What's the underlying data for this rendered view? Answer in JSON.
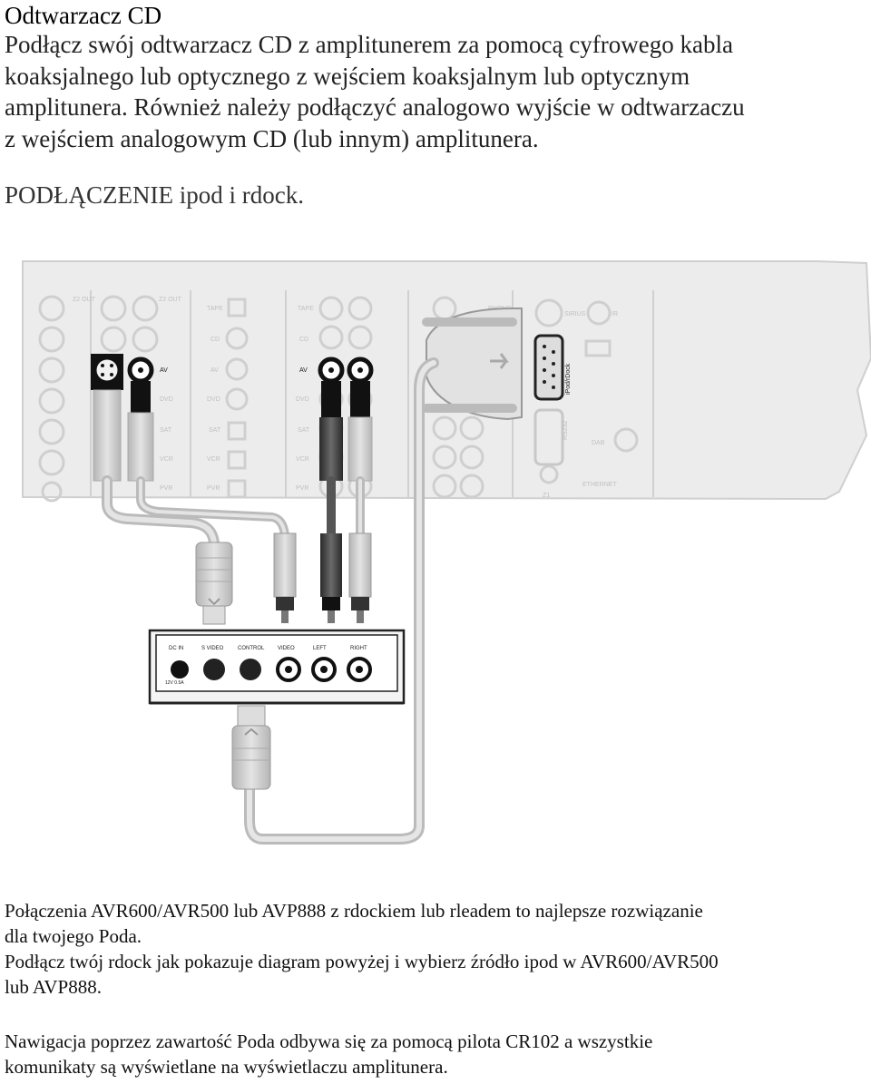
{
  "heading": "Odtwarzacz CD",
  "intro_lines": [
    "Podłącz swój odtwarzacz CD z amplitunerem za pomocą cyfrowego kabla",
    "koaksjalnego lub optycznego z wejściem koaksjalnym lub optycznym",
    "amplitunera. Również należy podłączyć analogowo wyjście w odtwarzaczu",
    "z wejściem analogowym CD (lub innym) amplitunera."
  ],
  "section_heading": "PODŁĄCZENIE ipod i rdock.",
  "diagram": {
    "receiver_labels": {
      "zone2_out_left": "Z2 OUT",
      "zone2_out_right": "Z2 OUT",
      "tape": "TAPE",
      "cd": "CD",
      "av": "AV",
      "dvd": "DVD",
      "sat": "SAT",
      "vcr": "VCR",
      "pvr": "PVR",
      "phono": "PHONO",
      "sirius": "SIRIUS",
      "rs232": "RS232",
      "dab": "DAB",
      "ethernet": "ETHERNET",
      "ipod_rdock_port": "iPod/rDock",
      "ir": "IR",
      "z1": "Z1"
    },
    "rdock_labels": {
      "dc_in": "DC IN",
      "dc_spec": "12V 0.5A",
      "s_video": "S VIDEO",
      "control": "CONTROL",
      "video": "VIDEO",
      "left": "LEFT",
      "right": "RIGHT"
    }
  },
  "caption_lines": [
    "Połączenia AVR600/AVR500 lub AVP888 z rdockiem lub rleadem to najlepsze rozwiązanie",
    "dla twojego Poda.",
    "Podłącz twój rdock jak pokazuje diagram powyżej i wybierz źródło ipod w AVR600/AVR500",
    "lub AVP888."
  ],
  "footer_lines": [
    "Nawigacja poprzez zawartość Poda odbywa się za pomocą pilota CR102 a wszystkie",
    "komunikaty są wyświetlane na wyświetlaczu amplitunera."
  ],
  "colors": {
    "panel": "#e8e8e8",
    "panel_line": "#c9c9c9",
    "cable_light": "#c8c8c8",
    "cable_dark": "#555555",
    "connector_dark": "#1a1a1a"
  }
}
